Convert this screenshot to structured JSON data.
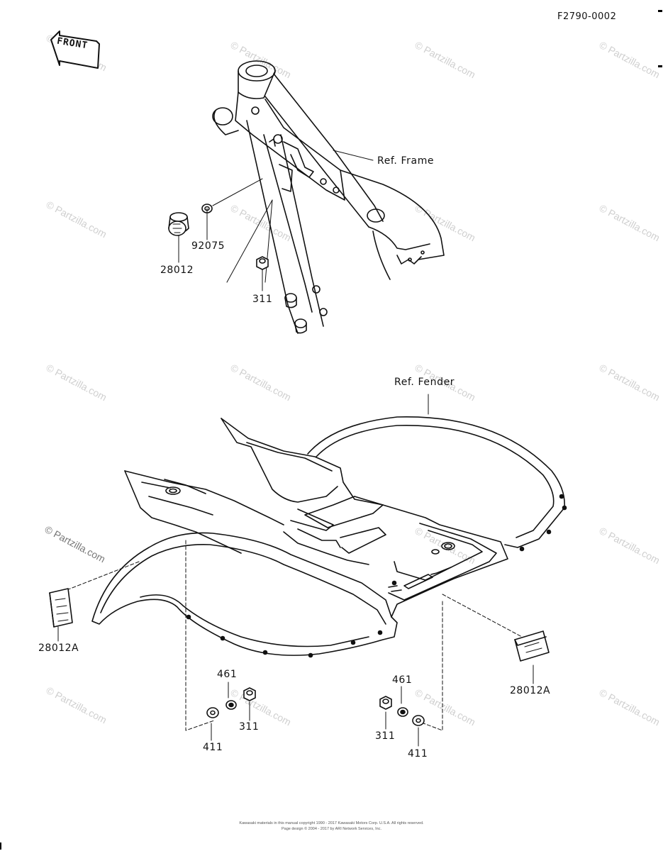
{
  "figure_code": "F2790-0002",
  "front_badge": "FRONT",
  "references": {
    "frame": "Ref. Frame",
    "fender": "Ref. Fender"
  },
  "parts": {
    "grommet_top": "28012",
    "washer_top": "92075",
    "nut_top": "311",
    "pad_left": "28012A",
    "pad_right": "28012A",
    "washer_461_left": "461",
    "nut_311_left": "311",
    "washer_411_left": "411",
    "washer_461_right": "461",
    "nut_311_right": "311",
    "washer_411_right": "411"
  },
  "watermark": "© Partzilla.com",
  "copyright_line1": "Kawasaki materials in this manual copyright 1990 - 2017 Kawasaki Motors Corp. U.S.A. All rights reserved.",
  "copyright_line2": "Page design © 2004 - 2017 by ARI Network Services, Inc."
}
